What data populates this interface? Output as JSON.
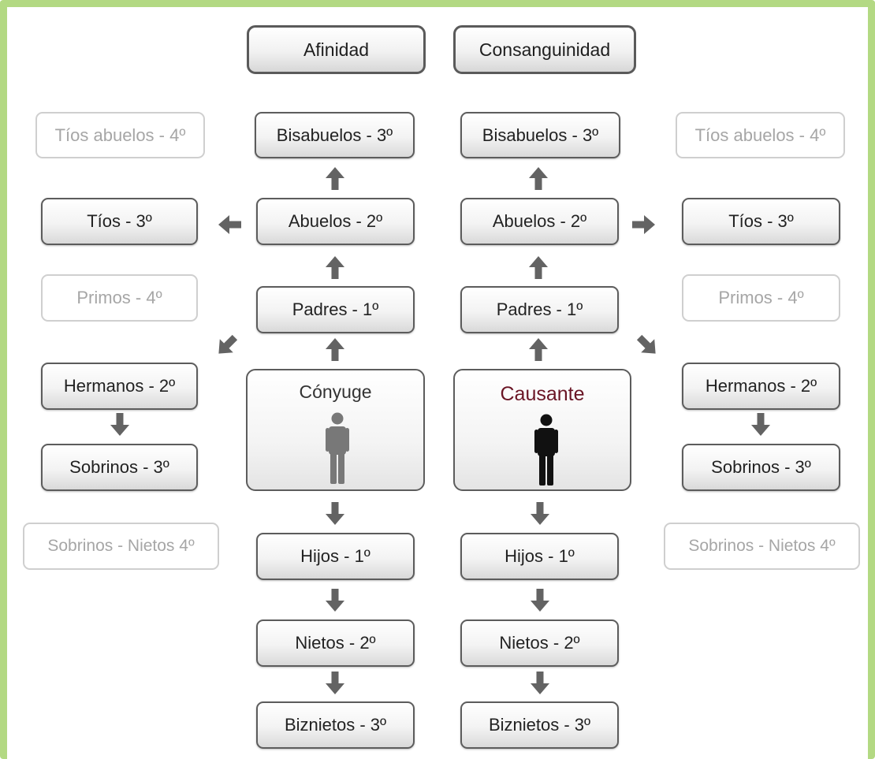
{
  "headers": {
    "afinidad": "Afinidad",
    "consanguinidad": "Consanguinidad"
  },
  "left": {
    "tios_abuelos": "Tíos abuelos - 4º",
    "tios": "Tíos - 3º",
    "primos": "Primos - 4º",
    "hermanos": "Hermanos - 2º",
    "sobrinos": "Sobrinos - 3º",
    "sobrinos_nietos": "Sobrinos - Nietos 4º"
  },
  "center_left": {
    "bisabuelos": "Bisabuelos - 3º",
    "abuelos": "Abuelos - 2º",
    "padres": "Padres - 1º",
    "conyuge": "Cónyuge",
    "hijos": "Hijos - 1º",
    "nietos": "Nietos - 2º",
    "biznietos": "Biznietos - 3º"
  },
  "center_right": {
    "bisabuelos": "Bisabuelos - 3º",
    "abuelos": "Abuelos - 2º",
    "padres": "Padres - 1º",
    "causante": "Causante",
    "hijos": "Hijos - 1º",
    "nietos": "Nietos - 2º",
    "biznietos": "Biznietos - 3º"
  },
  "right": {
    "tios_abuelos": "Tíos abuelos - 4º",
    "tios": "Tíos - 3º",
    "primos": "Primos - 4º",
    "hermanos": "Hermanos - 2º",
    "sobrinos": "Sobrinos - 3º",
    "sobrinos_nietos": "Sobrinos - Nietos 4º"
  },
  "colors": {
    "frame": "#b3d983",
    "border": "#5c5c5c",
    "faint_text": "#a6a6a6",
    "causante_text": "#6a1525",
    "arrow": "#636363",
    "conyuge_figure": "#787878",
    "causante_figure": "#111111"
  }
}
